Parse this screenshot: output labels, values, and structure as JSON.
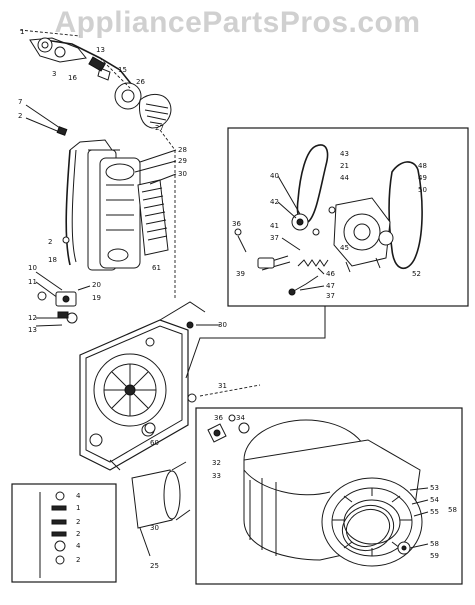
{
  "watermark": "AppliancePartsPros.com",
  "callouts": {
    "top": [
      "1",
      "3",
      "16",
      "13",
      "15",
      "26",
      "27",
      "7",
      "2"
    ],
    "belt": [
      "28",
      "29",
      "30",
      "18",
      "2",
      "61"
    ],
    "left": [
      "10",
      "11",
      "20",
      "12",
      "19",
      "13"
    ],
    "mid": [
      "30",
      "31",
      "60",
      "36",
      "34",
      "32",
      "33"
    ],
    "inset": [
      "43",
      "21",
      "48",
      "49",
      "50",
      "40",
      "42",
      "36",
      "41",
      "37",
      "39",
      "44",
      "45",
      "46",
      "47",
      "37",
      "52"
    ],
    "drum": [
      "53",
      "54",
      "55",
      "58",
      "58",
      "59"
    ],
    "small": [
      "4",
      "1",
      "2",
      "2",
      "4",
      "2"
    ],
    "bottom": [
      "30",
      "25"
    ]
  },
  "colors": {
    "line": "#1a1a1a",
    "background": "#ffffff"
  }
}
